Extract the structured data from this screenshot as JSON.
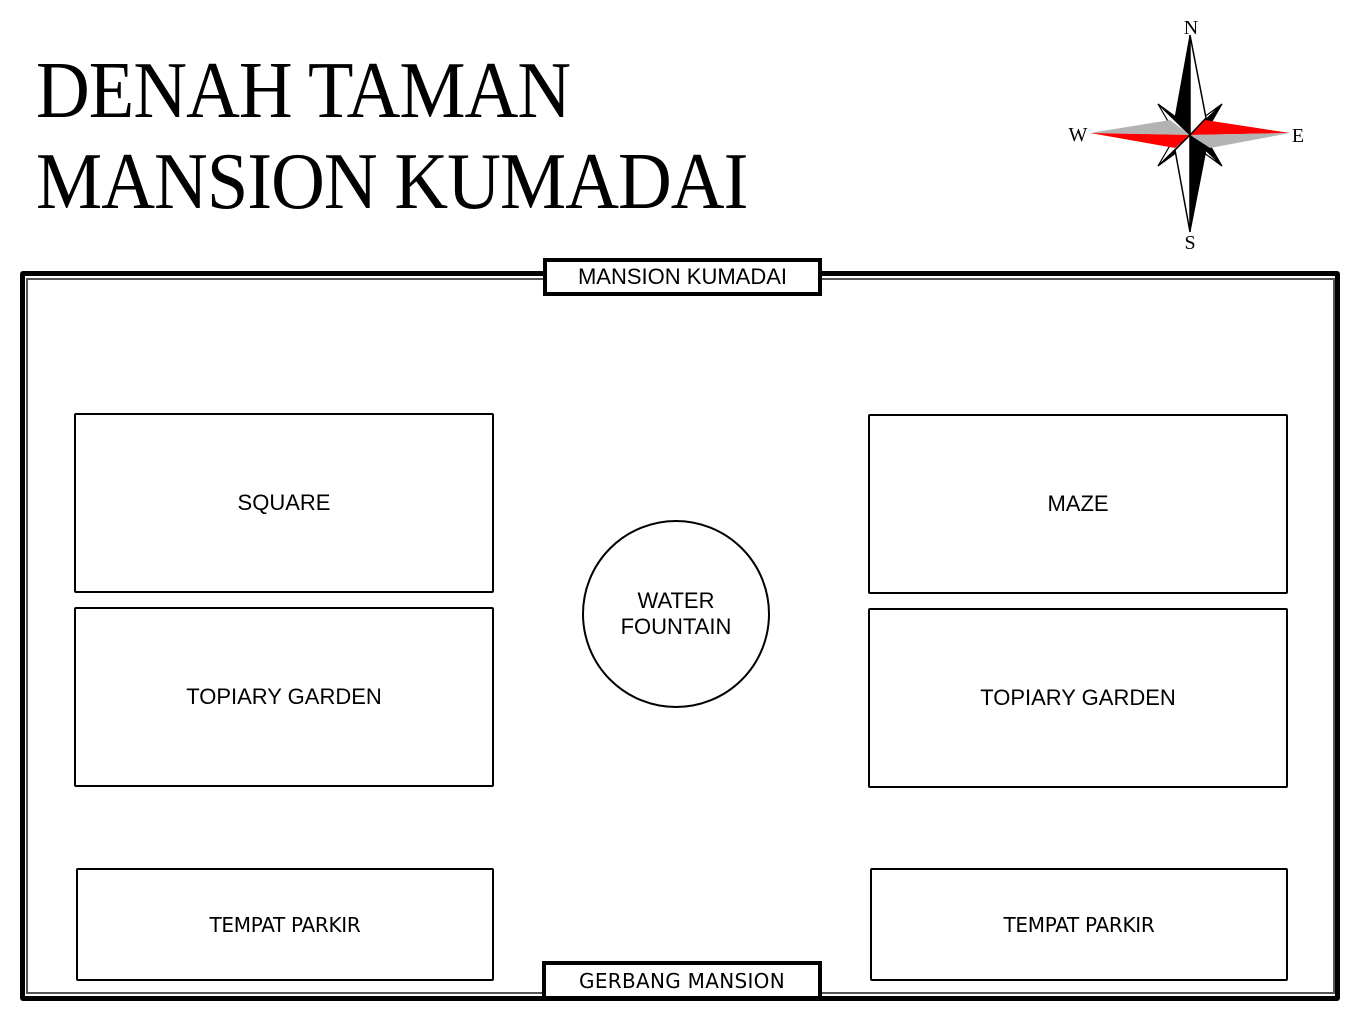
{
  "title": {
    "line1": "DENAH TAMAN",
    "line2": "MANSION KUMADAI"
  },
  "compass": {
    "icon": "compass-rose-icon",
    "north": "N",
    "south": "S",
    "east": "E",
    "west": "W",
    "colors": {
      "dark": "#000000",
      "accent": "#ff0000",
      "neutral": "#b3b3b3"
    }
  },
  "map": {
    "top_label": "MANSION KUMADAI",
    "bottom_label": "GERBANG MANSION",
    "zones": {
      "square": "SQUARE",
      "maze": "MAZE",
      "topiary_left": "TOPIARY GARDEN",
      "topiary_right": "TOPIARY GARDEN",
      "parking_left": "TEMPAT PARKIR",
      "parking_right": "TEMPAT PARKIR"
    },
    "fountain": {
      "line1": "WATER",
      "line2": "FOUNTAIN"
    }
  }
}
